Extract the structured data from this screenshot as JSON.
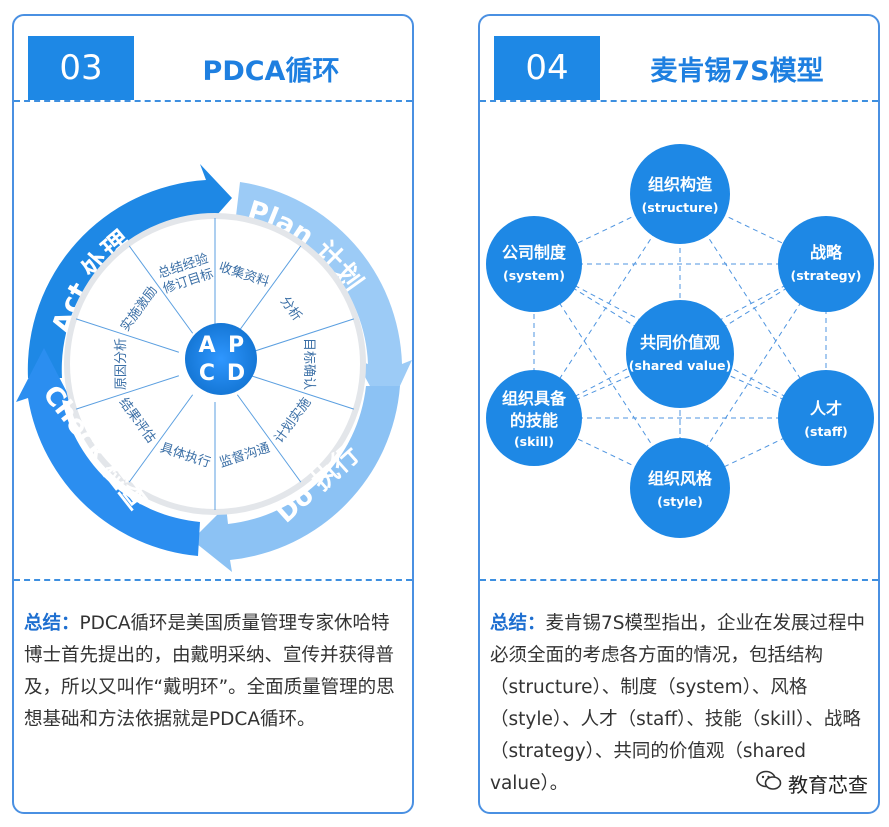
{
  "pdca": {
    "number": "03",
    "title": "PDCA循环",
    "arcs": {
      "plan": "Plan 计划",
      "do": "Do 执行",
      "check": "Check 检查",
      "act": "Act 处理"
    },
    "hub": {
      "p": "P",
      "a": "A",
      "c": "C",
      "d": "D"
    },
    "segments": [
      "收集资料",
      "分析",
      "目标确认",
      "计划实施",
      "监督沟通",
      "具体执行",
      "结果评估",
      "原因分析",
      "实施激励",
      "总结经验\n修订目标"
    ],
    "summary_label": "总结：",
    "summary_text": "PDCA循环是美国质量管理专家休哈特博士首先提出的，由戴明采纳、宣传并获得普及，所以又叫作“戴明环”。全面质量管理的思想基础和方法依据就是PDCA循环。"
  },
  "mckinsey": {
    "number": "04",
    "title": "麦肯锡7S模型",
    "nodes": {
      "structure": {
        "zh": "组织构造",
        "en": "(structure)"
      },
      "strategy": {
        "zh": "战略",
        "en": "(strategy)"
      },
      "staff": {
        "zh": "人才",
        "en": "(staff)"
      },
      "style": {
        "zh": "组织风格",
        "en": "(style)"
      },
      "skill": {
        "zh1": "组织具备",
        "zh2": "的技能",
        "en": "(skill)"
      },
      "system": {
        "zh": "公司制度",
        "en": "(system)"
      },
      "shared": {
        "zh": "共同价值观",
        "en": "(shared value)"
      }
    },
    "summary_label": "总结：",
    "summary_text": "麦肯锡7S模型指出，企业在发展过程中必须全面的考虑各方面的情况，包括结构（structure）、制度（system）、风格（style）、人才（staff）、技能（skill）、战略（strategy）、共同的价值观（shared value）。",
    "watermark": "教育芯查"
  },
  "colors": {
    "primary": "#1e88e5",
    "light": "#a9d1f7",
    "outline": "#4a90e2"
  }
}
